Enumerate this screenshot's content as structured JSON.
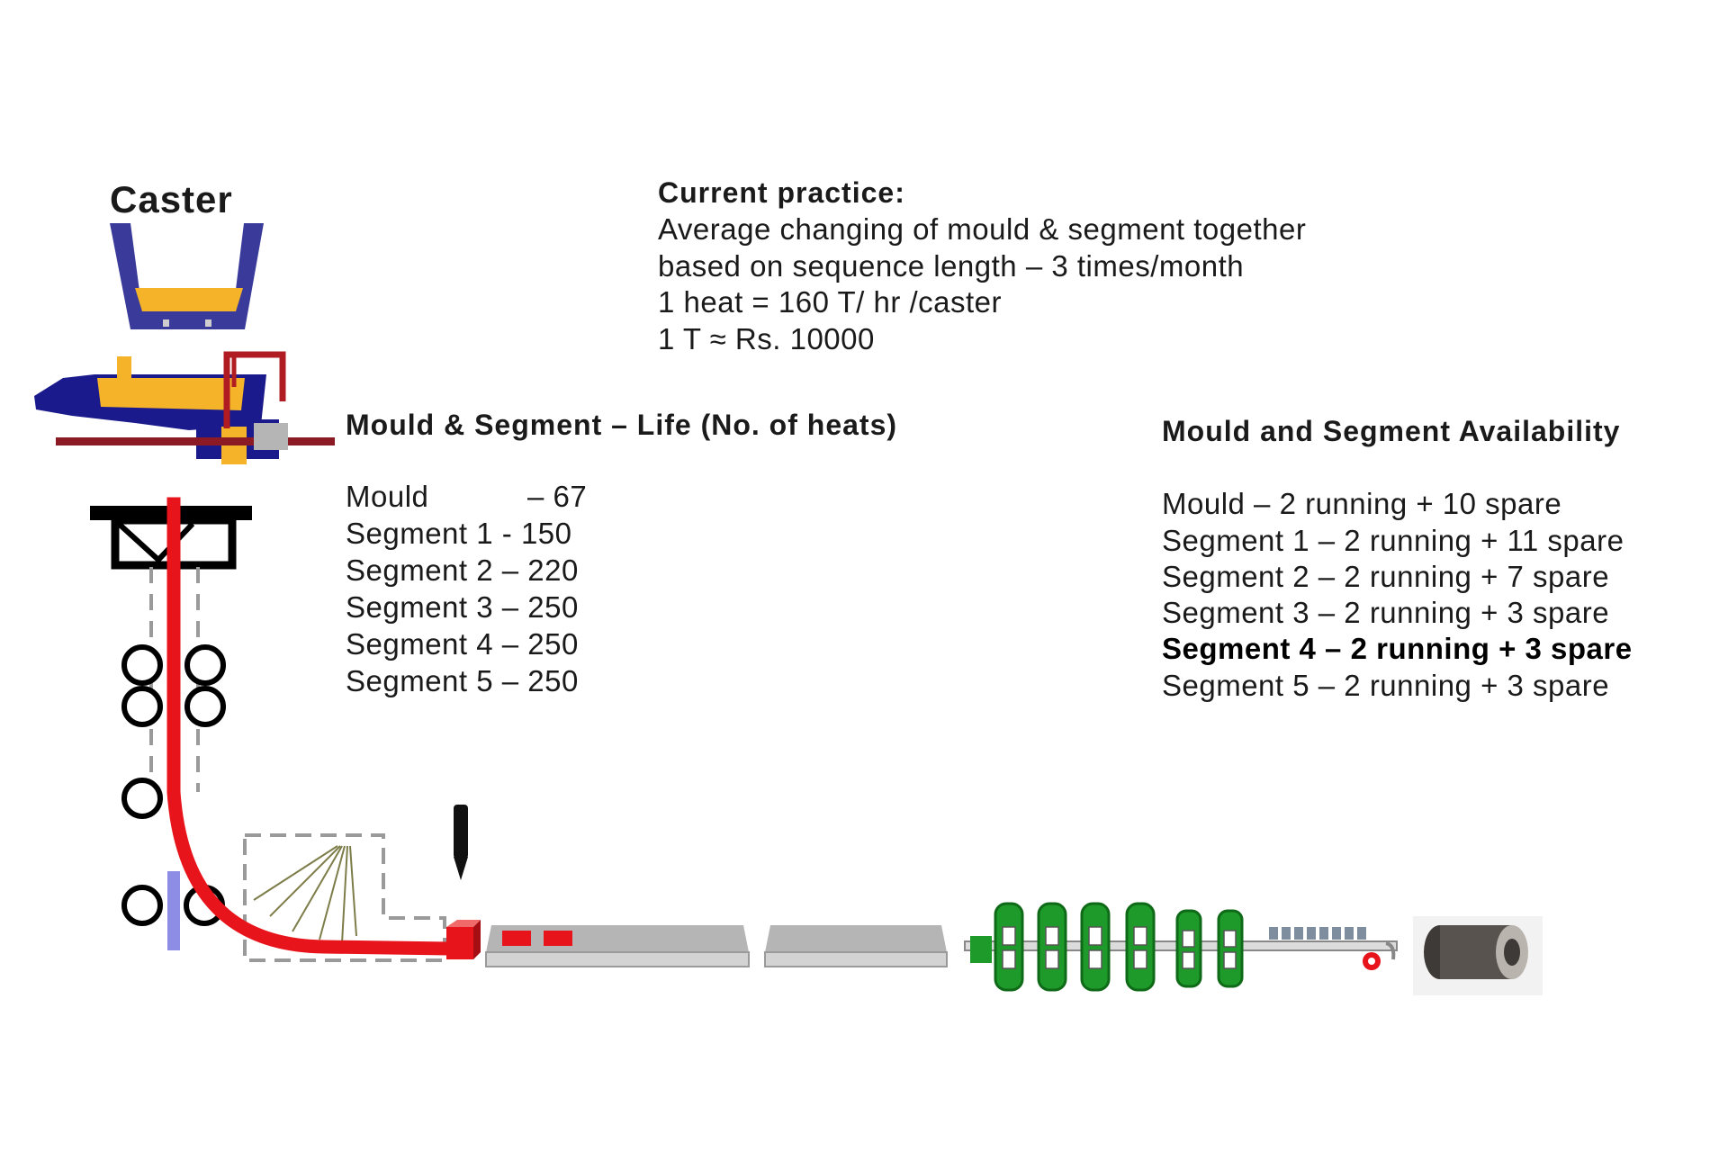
{
  "caster": {
    "label": "Caster"
  },
  "current_practice": {
    "title": "Current practice:",
    "lines": [
      "Average changing of mould & segment together",
      "based on sequence length – 3 times/month",
      "1 heat = 160 T/ hr /caster",
      "1 T ≈ Rs. 10000"
    ]
  },
  "life": {
    "title": "Mould & Segment – Life (No. of heats)",
    "items": [
      {
        "name": "Mould",
        "value": "– 67"
      },
      {
        "name": "Segment 1",
        "value": "- 150"
      },
      {
        "name": "Segment 2",
        "value": "– 220"
      },
      {
        "name": "Segment 3",
        "value": "– 250"
      },
      {
        "name": "Segment 4",
        "value": "– 250"
      },
      {
        "name": "Segment 5",
        "value": "– 250"
      }
    ]
  },
  "availability": {
    "title": "Mould and Segment Availability",
    "items": [
      "Mould – 2 running + 10 spare",
      "Segment 1 – 2 running + 11 spare",
      "Segment 2 – 2 running + 7 spare",
      "Segment 3 – 2 running + 3 spare",
      "Segment 4 – 2 running + 3 spare",
      "Segment 5 – 2 running + 3 spare"
    ]
  },
  "colors": {
    "strand": "#e8141c",
    "ladle_frame": "#3a3a9a",
    "molten_steel": "#f4b328",
    "tundish_car": "#1a1a8c",
    "rollers_green": "#1e9a2a",
    "slab_gray": "#b5b5b5"
  }
}
